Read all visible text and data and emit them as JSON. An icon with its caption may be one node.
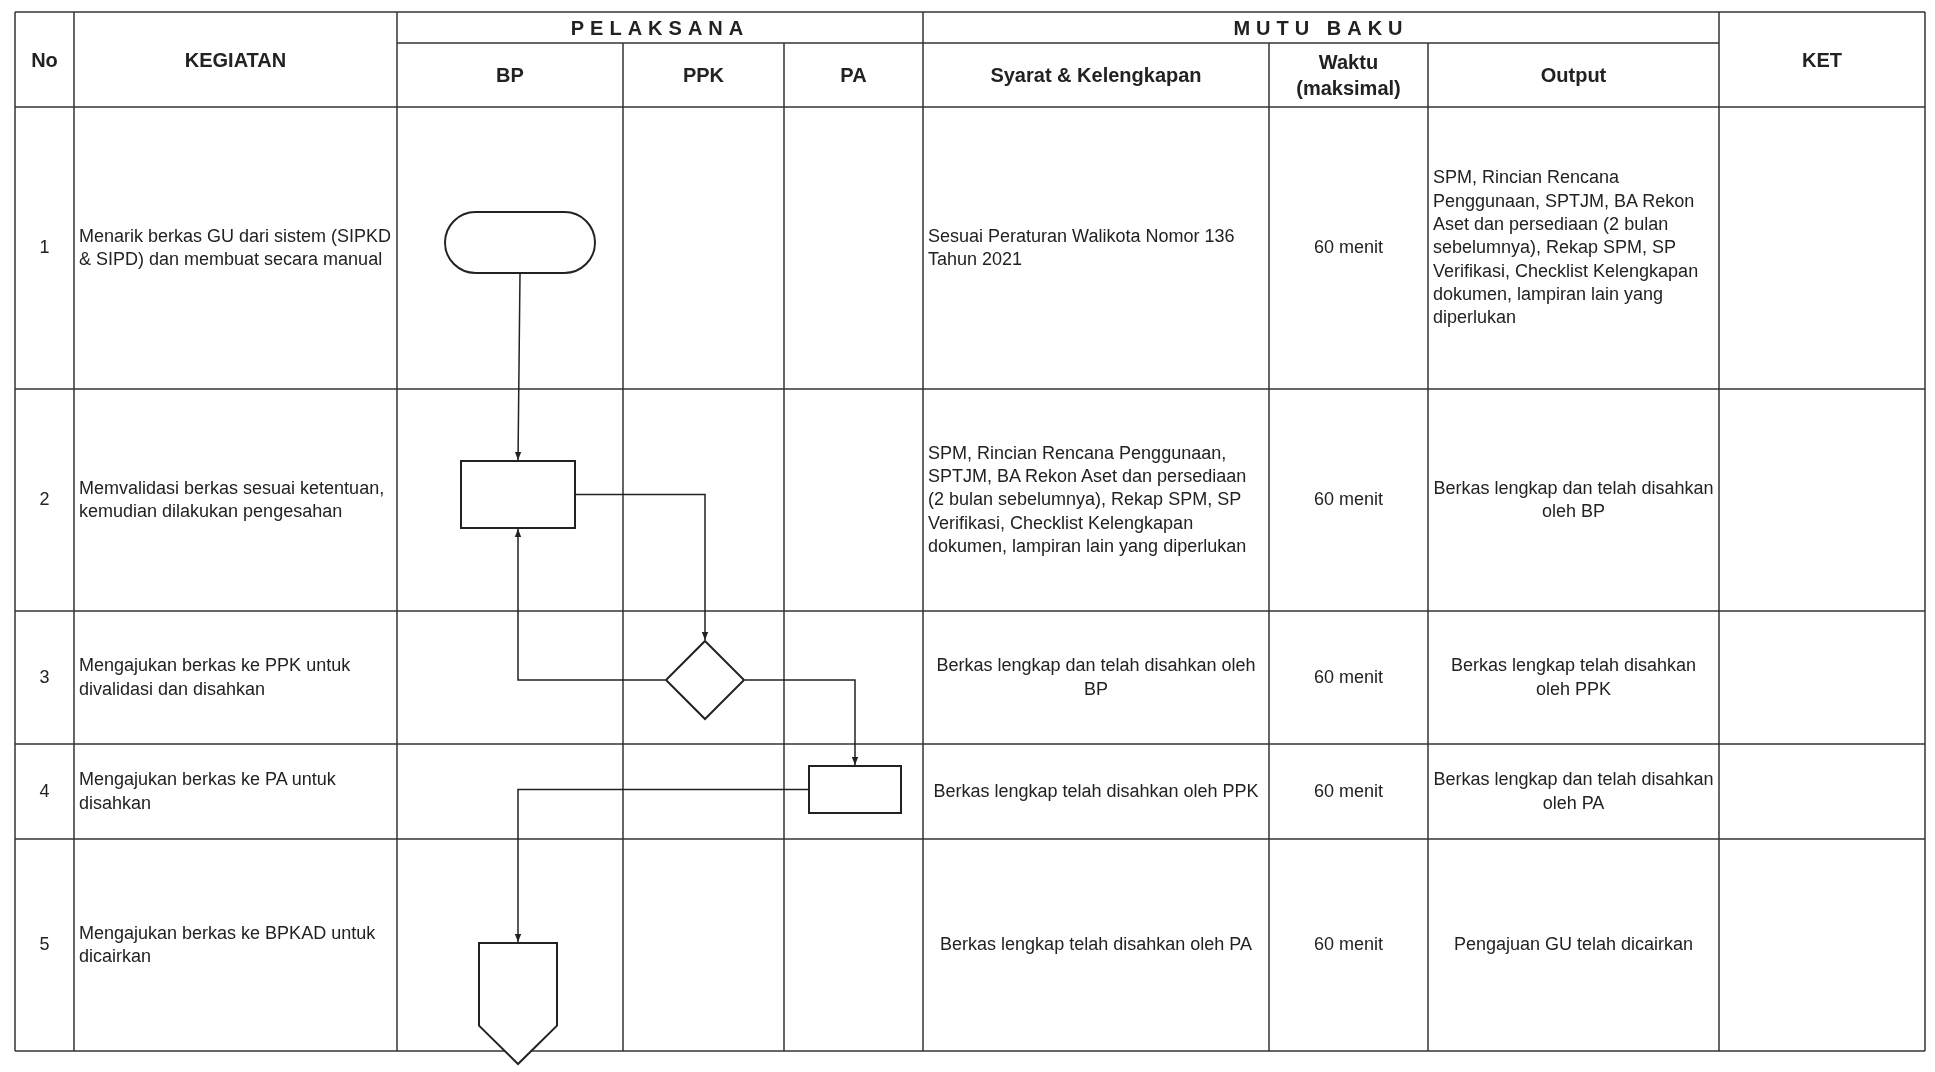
{
  "diagram": {
    "nodes": [
      {
        "text": [],
        "shape": "terminator"
      },
      {
        "text": [],
        "shape": "box"
      },
      {
        "text": [],
        "shape": "diamond"
      },
      {
        "text": [],
        "shape": "box"
      },
      {
        "text": [],
        "shape": "pentagon"
      }
    ],
    "edges": [
      {
        "from": 0,
        "to": 1,
        "arrow": "to"
      },
      {
        "from": 1,
        "to": 2,
        "arrow": "to"
      },
      {
        "from": 2,
        "to": 1,
        "arrow": "to"
      },
      {
        "from": 2,
        "to": 3,
        "arrow": "to"
      },
      {
        "from": 3,
        "to": 4,
        "arrow": "to"
      }
    ],
    "labels": [
      "No",
      "KEGIATAN",
      "PELAKSANA",
      "MUTU BAKU",
      "KET",
      "BP",
      "PPK",
      "PA",
      "Syarat & Kelengkapan",
      "Waktu (maksimal)",
      "Output",
      "1",
      "Menarik berkas GU dari sistem (SIPKD & SIPD) dan membuat secara manual",
      "Sesuai Peraturan Walikota Nomor 136 Tahun 2021",
      "60 menit",
      "SPM, Rincian Rencana Penggunaan, SPTJM, BA Rekon Aset dan persediaan (2 bulan sebelumnya), Rekap SPM, SP Verifikasi, Checklist Kelengkapan dokumen, lampiran lain yang diperlukan",
      "2",
      "Memvalidasi berkas sesuai ketentuan, kemudian dilakukan pengesahan",
      "SPM, Rincian Rencana Penggunaan, SPTJM, BA Rekon Aset dan persediaan (2 bulan sebelumnya), Rekap SPM, SP Verifikasi, Checklist Kelengkapan dokumen, lampiran lain yang diperlukan",
      "60 menit",
      "Berkas lengkap dan telah disahkan oleh BP",
      "3",
      "Mengajukan berkas ke PPK untuk divalidasi dan disahkan",
      "Berkas lengkap dan telah disahkan oleh BP",
      "60 menit",
      "Berkas lengkap telah disahkan oleh PPK",
      "4",
      "Mengajukan berkas ke PA untuk disahkan",
      "Berkas lengkap telah disahkan oleh PPK",
      "60 menit",
      "Berkas lengkap dan telah disahkan oleh PA",
      "5",
      "Mengajukan berkas ke BPKAD untuk dicairkan",
      "Berkas lengkap telah disahkan oleh PA",
      "60 menit",
      "Pengajuan GU telah dicairkan"
    ]
  }
}
